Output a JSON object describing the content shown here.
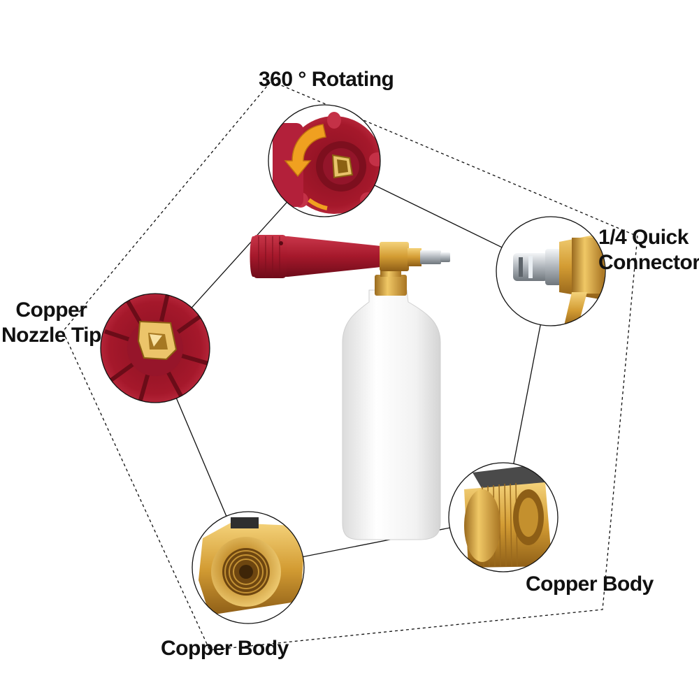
{
  "labels": {
    "rotating": "360 ° Rotating",
    "quick_line1": "1/4 Quick",
    "quick_line2": "Connector",
    "nozzle_line1": "Copper",
    "nozzle_line2": "Nozzle Tip",
    "body_right": "Copper Body",
    "body_bottom": "Copper Body"
  },
  "colors": {
    "background": "#ffffff",
    "nozzle_red": "#a5182b",
    "brass": "#d8a640",
    "bottle": "#f2f2f2",
    "chrome": "#c4c8cc",
    "line": "#111111",
    "arrow": "#f0a020"
  }
}
